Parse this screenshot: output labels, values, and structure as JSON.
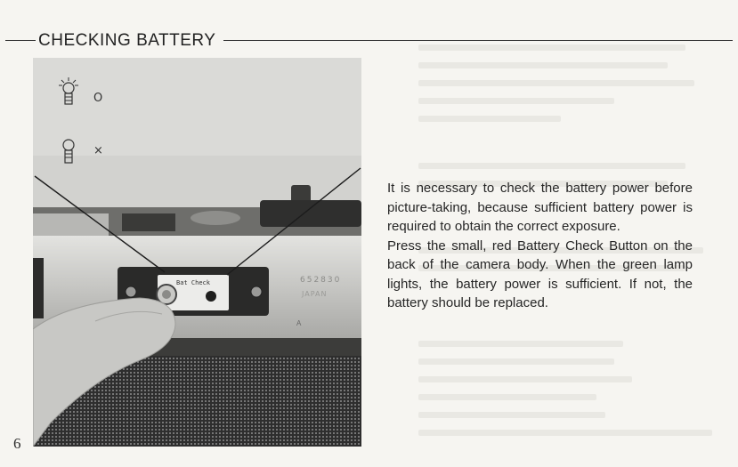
{
  "header": {
    "title": "CHECKING BATTERY"
  },
  "photo": {
    "legend": [
      {
        "icon": "lamp-lit-icon",
        "mark": "O"
      },
      {
        "icon": "lamp-unlit-icon",
        "mark": "×"
      }
    ],
    "panel_label": "Bat Check",
    "serial_number": "652830",
    "origin": "JAPAN"
  },
  "body": {
    "paragraphs": [
      "It is necessary to check the battery power before picture-taking, because sufficient battery power is required to obtain the correct exposure.",
      "Press the small, red Battery Check Button on the back of the camera body. When the green lamp lights, the battery power is sufficient. If not, the battery should be replaced."
    ]
  },
  "page_number": "6"
}
